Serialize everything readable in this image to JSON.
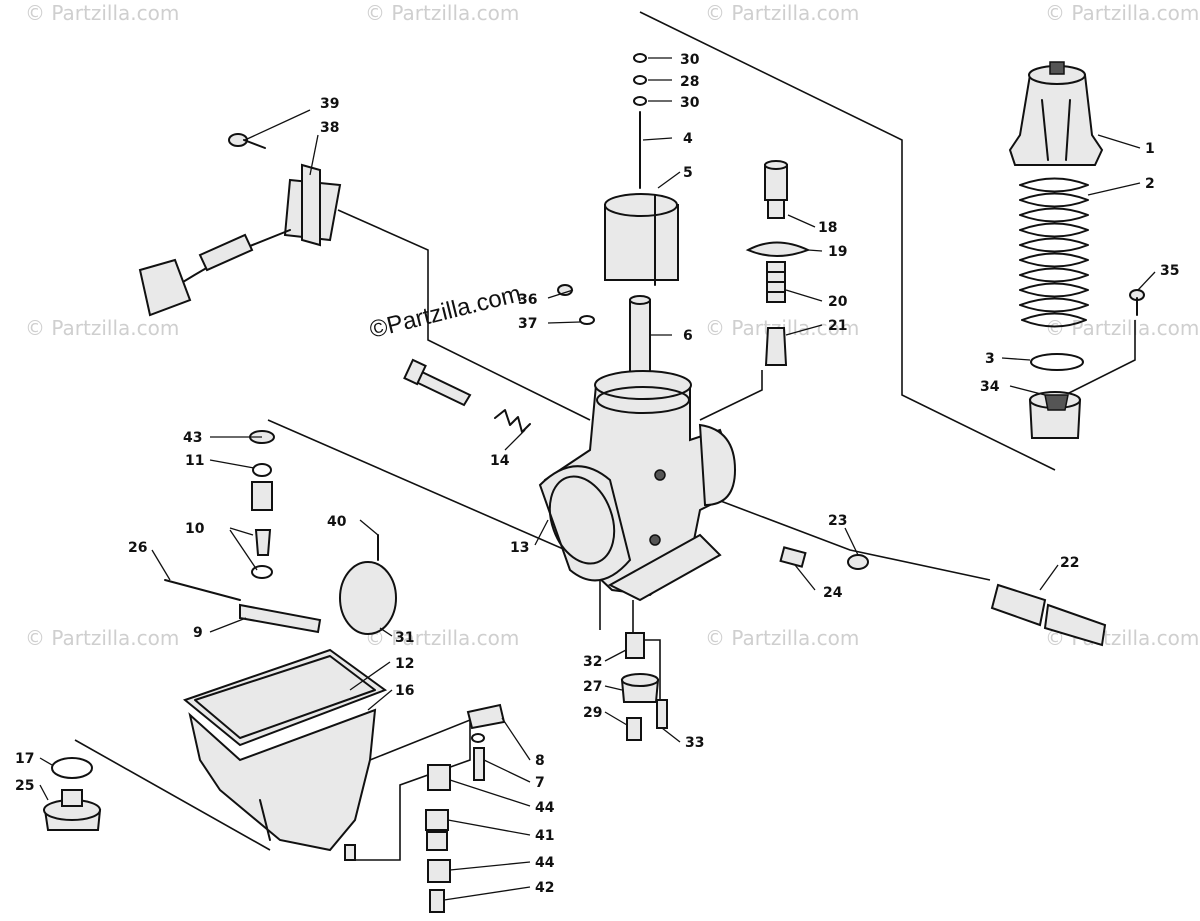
{
  "watermark": {
    "text": "© Partzilla.com"
  },
  "brand_stamp": {
    "text": "©Partzilla.com"
  },
  "callouts": {
    "c1": "1",
    "c2": "2",
    "c3": "3",
    "c4": "4",
    "c5": "5",
    "c6": "6",
    "c7": "7",
    "c8": "8",
    "c9": "9",
    "c10": "10",
    "c11": "11",
    "c12": "12",
    "c13": "13",
    "c14": "14",
    "c16": "16",
    "c17": "17",
    "c18": "18",
    "c19": "19",
    "c20": "20",
    "c21": "21",
    "c22": "22",
    "c23": "23",
    "c24": "24",
    "c25": "25",
    "c26": "26",
    "c27": "27",
    "c28": "28",
    "c29": "29",
    "c30a": "30",
    "c30b": "30",
    "c31": "31",
    "c32": "32",
    "c33": "33",
    "c34": "34",
    "c35": "35",
    "c36": "36",
    "c37": "37",
    "c38": "38",
    "c39": "39",
    "c40": "40",
    "c41": "41",
    "c42": "42",
    "c43": "43",
    "c44a": "44",
    "c44b": "44"
  }
}
